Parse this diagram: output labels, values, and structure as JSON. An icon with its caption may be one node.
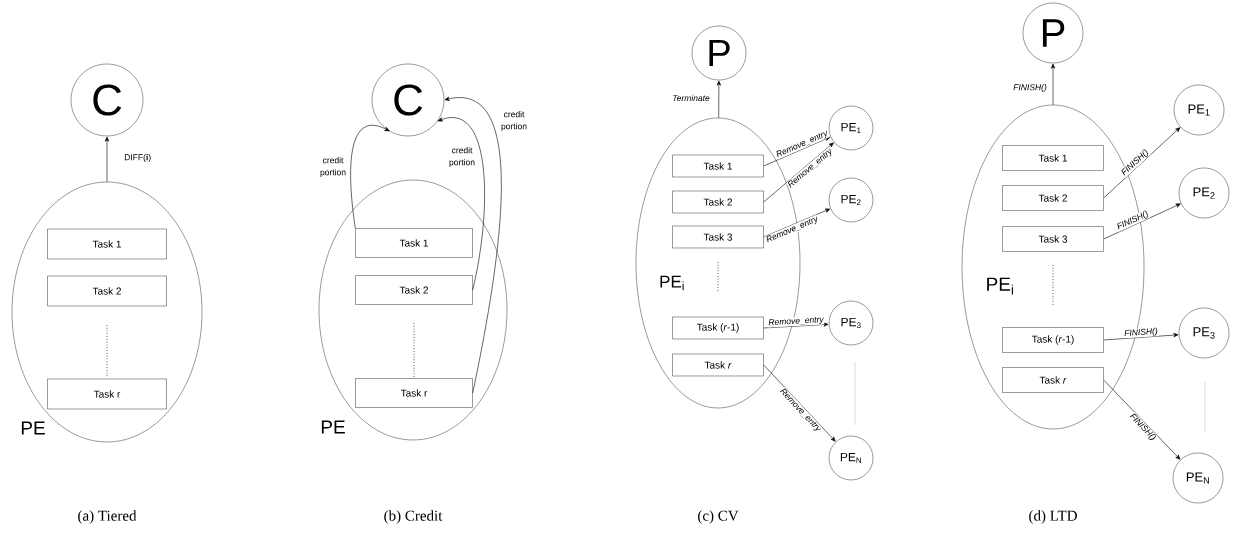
{
  "diagram": {
    "nodes": [
      {
        "text": [
          "C"
        ]
      },
      {
        "text": [
          "PE"
        ]
      },
      {
        "text": [
          "Task 1"
        ],
        "in": 1
      },
      {
        "text": [
          "Task 2"
        ],
        "in": 1
      },
      {
        "text": [
          "Task r"
        ],
        "in": 1
      },
      {
        "text": [
          "C"
        ]
      },
      {
        "text": [
          "PE"
        ]
      },
      {
        "text": [
          "Task 1"
        ],
        "in": 6
      },
      {
        "text": [
          "Task 2"
        ],
        "in": 6
      },
      {
        "text": [
          "Task r"
        ],
        "in": 6
      },
      {
        "text": [
          "P"
        ]
      },
      {
        "text": [
          "PE$_{i}$"
        ]
      },
      {
        "text": [
          "Task 1"
        ],
        "in": 11
      },
      {
        "text": [
          "Task 2"
        ],
        "in": 11
      },
      {
        "text": [
          "Task 3"
        ],
        "in": 11
      },
      {
        "text": [
          "Task (*r*-1)"
        ],
        "in": 11
      },
      {
        "text": [
          "Task *r*"
        ],
        "in": 11
      },
      {
        "text": [
          "PE$_{1}$"
        ]
      },
      {
        "text": [
          "PE$_{2}$"
        ]
      },
      {
        "text": [
          "PE$_{3}$"
        ]
      },
      {
        "text": [
          "PE$_{N}$"
        ]
      },
      {
        "text": [
          "P"
        ]
      },
      {
        "text": [
          "PE$_{i}$"
        ]
      },
      {
        "text": [
          "Task 1"
        ],
        "in": 22
      },
      {
        "text": [
          "Task 2"
        ],
        "in": 22
      },
      {
        "text": [
          "Task 3"
        ],
        "in": 22
      },
      {
        "text": [
          "Task (*r*-1)"
        ],
        "in": 22
      },
      {
        "text": [
          "Task *r*"
        ],
        "in": 22
      },
      {
        "text": [
          "PE$_{1}$"
        ]
      },
      {
        "text": [
          "PE$_{2}$"
        ]
      },
      {
        "text": [
          "PE$_{3}$"
        ]
      },
      {
        "text": [
          "PE$_{N}$"
        ]
      }
    ],
    "edges": [
      {
        "from": 1,
        "to": 0,
        "arrow": "to",
        "label": "DIFF(**i**)"
      },
      {
        "from": 7,
        "to": 5,
        "arrow": "to",
        "label": "credit portion"
      },
      {
        "from": 8,
        "to": 5,
        "arrow": "to",
        "label": "credit portion"
      },
      {
        "from": 9,
        "to": 5,
        "arrow": "to",
        "label": "credit portion"
      },
      {
        "from": 11,
        "to": 10,
        "arrow": "to",
        "label": "Terminate"
      },
      {
        "from": 12,
        "to": 17,
        "arrow": "to",
        "label": "Remove_entry"
      },
      {
        "from": 13,
        "to": 17,
        "arrow": "to",
        "label": "Remove_entry"
      },
      {
        "from": 14,
        "to": 18,
        "arrow": "to",
        "label": "Remove_entry"
      },
      {
        "from": 15,
        "to": 19,
        "arrow": "to",
        "label": "Remove_entry"
      },
      {
        "from": 16,
        "to": 20,
        "arrow": "to",
        "label": "Remove_entry"
      },
      {
        "from": 22,
        "to": 21,
        "arrow": "to",
        "label": "FINISH()"
      },
      {
        "from": 24,
        "to": 28,
        "arrow": "to",
        "label": "FINISH()"
      },
      {
        "from": 25,
        "to": 29,
        "arrow": "to",
        "label": "FINISH()"
      },
      {
        "from": 26,
        "to": 30,
        "arrow": "to",
        "label": "FINISH()"
      },
      {
        "from": 27,
        "to": 31,
        "arrow": "to",
        "label": "FINISH()"
      }
    ],
    "labels": [
      "(a) Tiered",
      "(b) Credit",
      "(c) CV",
      "(d) LTD"
    ]
  }
}
